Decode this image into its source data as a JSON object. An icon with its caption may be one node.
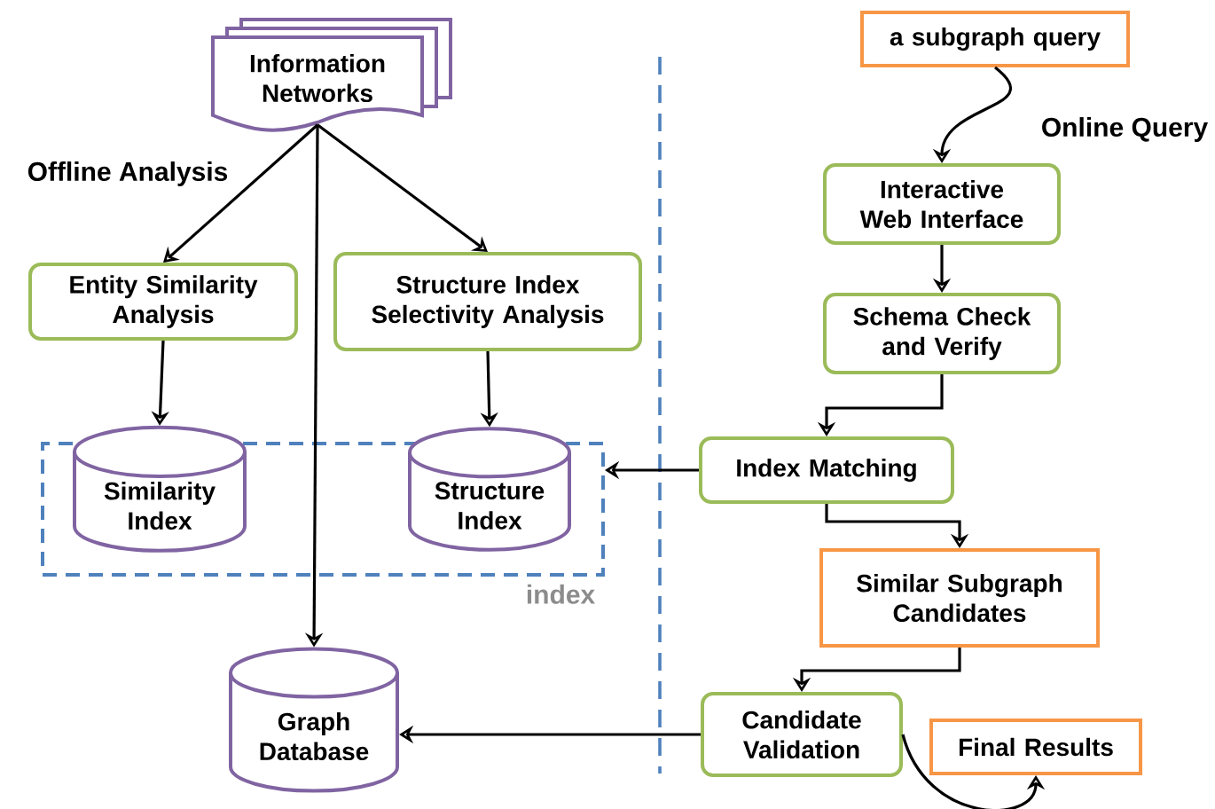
{
  "diagram": {
    "nodes": [
      {
        "text": [
          "Information Networks"
        ]
      },
      {
        "text": [
          "Entity Similarity Analysis"
        ]
      },
      {
        "text": [
          "Structure Index Selectivity Analysis"
        ]
      },
      {
        "text": [
          "index"
        ]
      },
      {
        "text": [
          "Similarity Index"
        ],
        "in": 3
      },
      {
        "text": [
          "Structure Index"
        ],
        "in": 3
      },
      {
        "text": [
          "Graph Database"
        ]
      },
      {
        "text": [
          "a subgraph query"
        ]
      },
      {
        "text": [
          "Interactive Web Interface"
        ]
      },
      {
        "text": [
          "Schema Check and Verify"
        ]
      },
      {
        "text": [
          "Index Matching"
        ]
      },
      {
        "text": [
          "Similar Subgraph Candidates"
        ]
      },
      {
        "text": [
          "Candidate Validation"
        ]
      },
      {
        "text": [
          "Final Results"
        ]
      }
    ],
    "edges": [
      {
        "from": 0,
        "to": 1,
        "arrow": "to"
      },
      {
        "from": 0,
        "to": 2,
        "arrow": "to"
      },
      {
        "from": 0,
        "to": 6,
        "arrow": "to"
      },
      {
        "from": 1,
        "to": 4,
        "arrow": "to"
      },
      {
        "from": 2,
        "to": 5,
        "arrow": "to"
      },
      {
        "from": 7,
        "to": 8,
        "arrow": "to",
        "label": "Online Query"
      },
      {
        "from": 8,
        "to": 9,
        "arrow": "to"
      },
      {
        "from": 9,
        "to": 10,
        "arrow": "to"
      },
      {
        "from": 10,
        "to": 3,
        "arrow": "to"
      },
      {
        "from": 10,
        "to": 11,
        "arrow": "to"
      },
      {
        "from": 11,
        "to": 12,
        "arrow": "to"
      },
      {
        "from": 12,
        "to": 6,
        "arrow": "to"
      },
      {
        "from": 12,
        "to": 13,
        "arrow": "to"
      }
    ],
    "labels": [
      "Offline Analysis"
    ]
  }
}
